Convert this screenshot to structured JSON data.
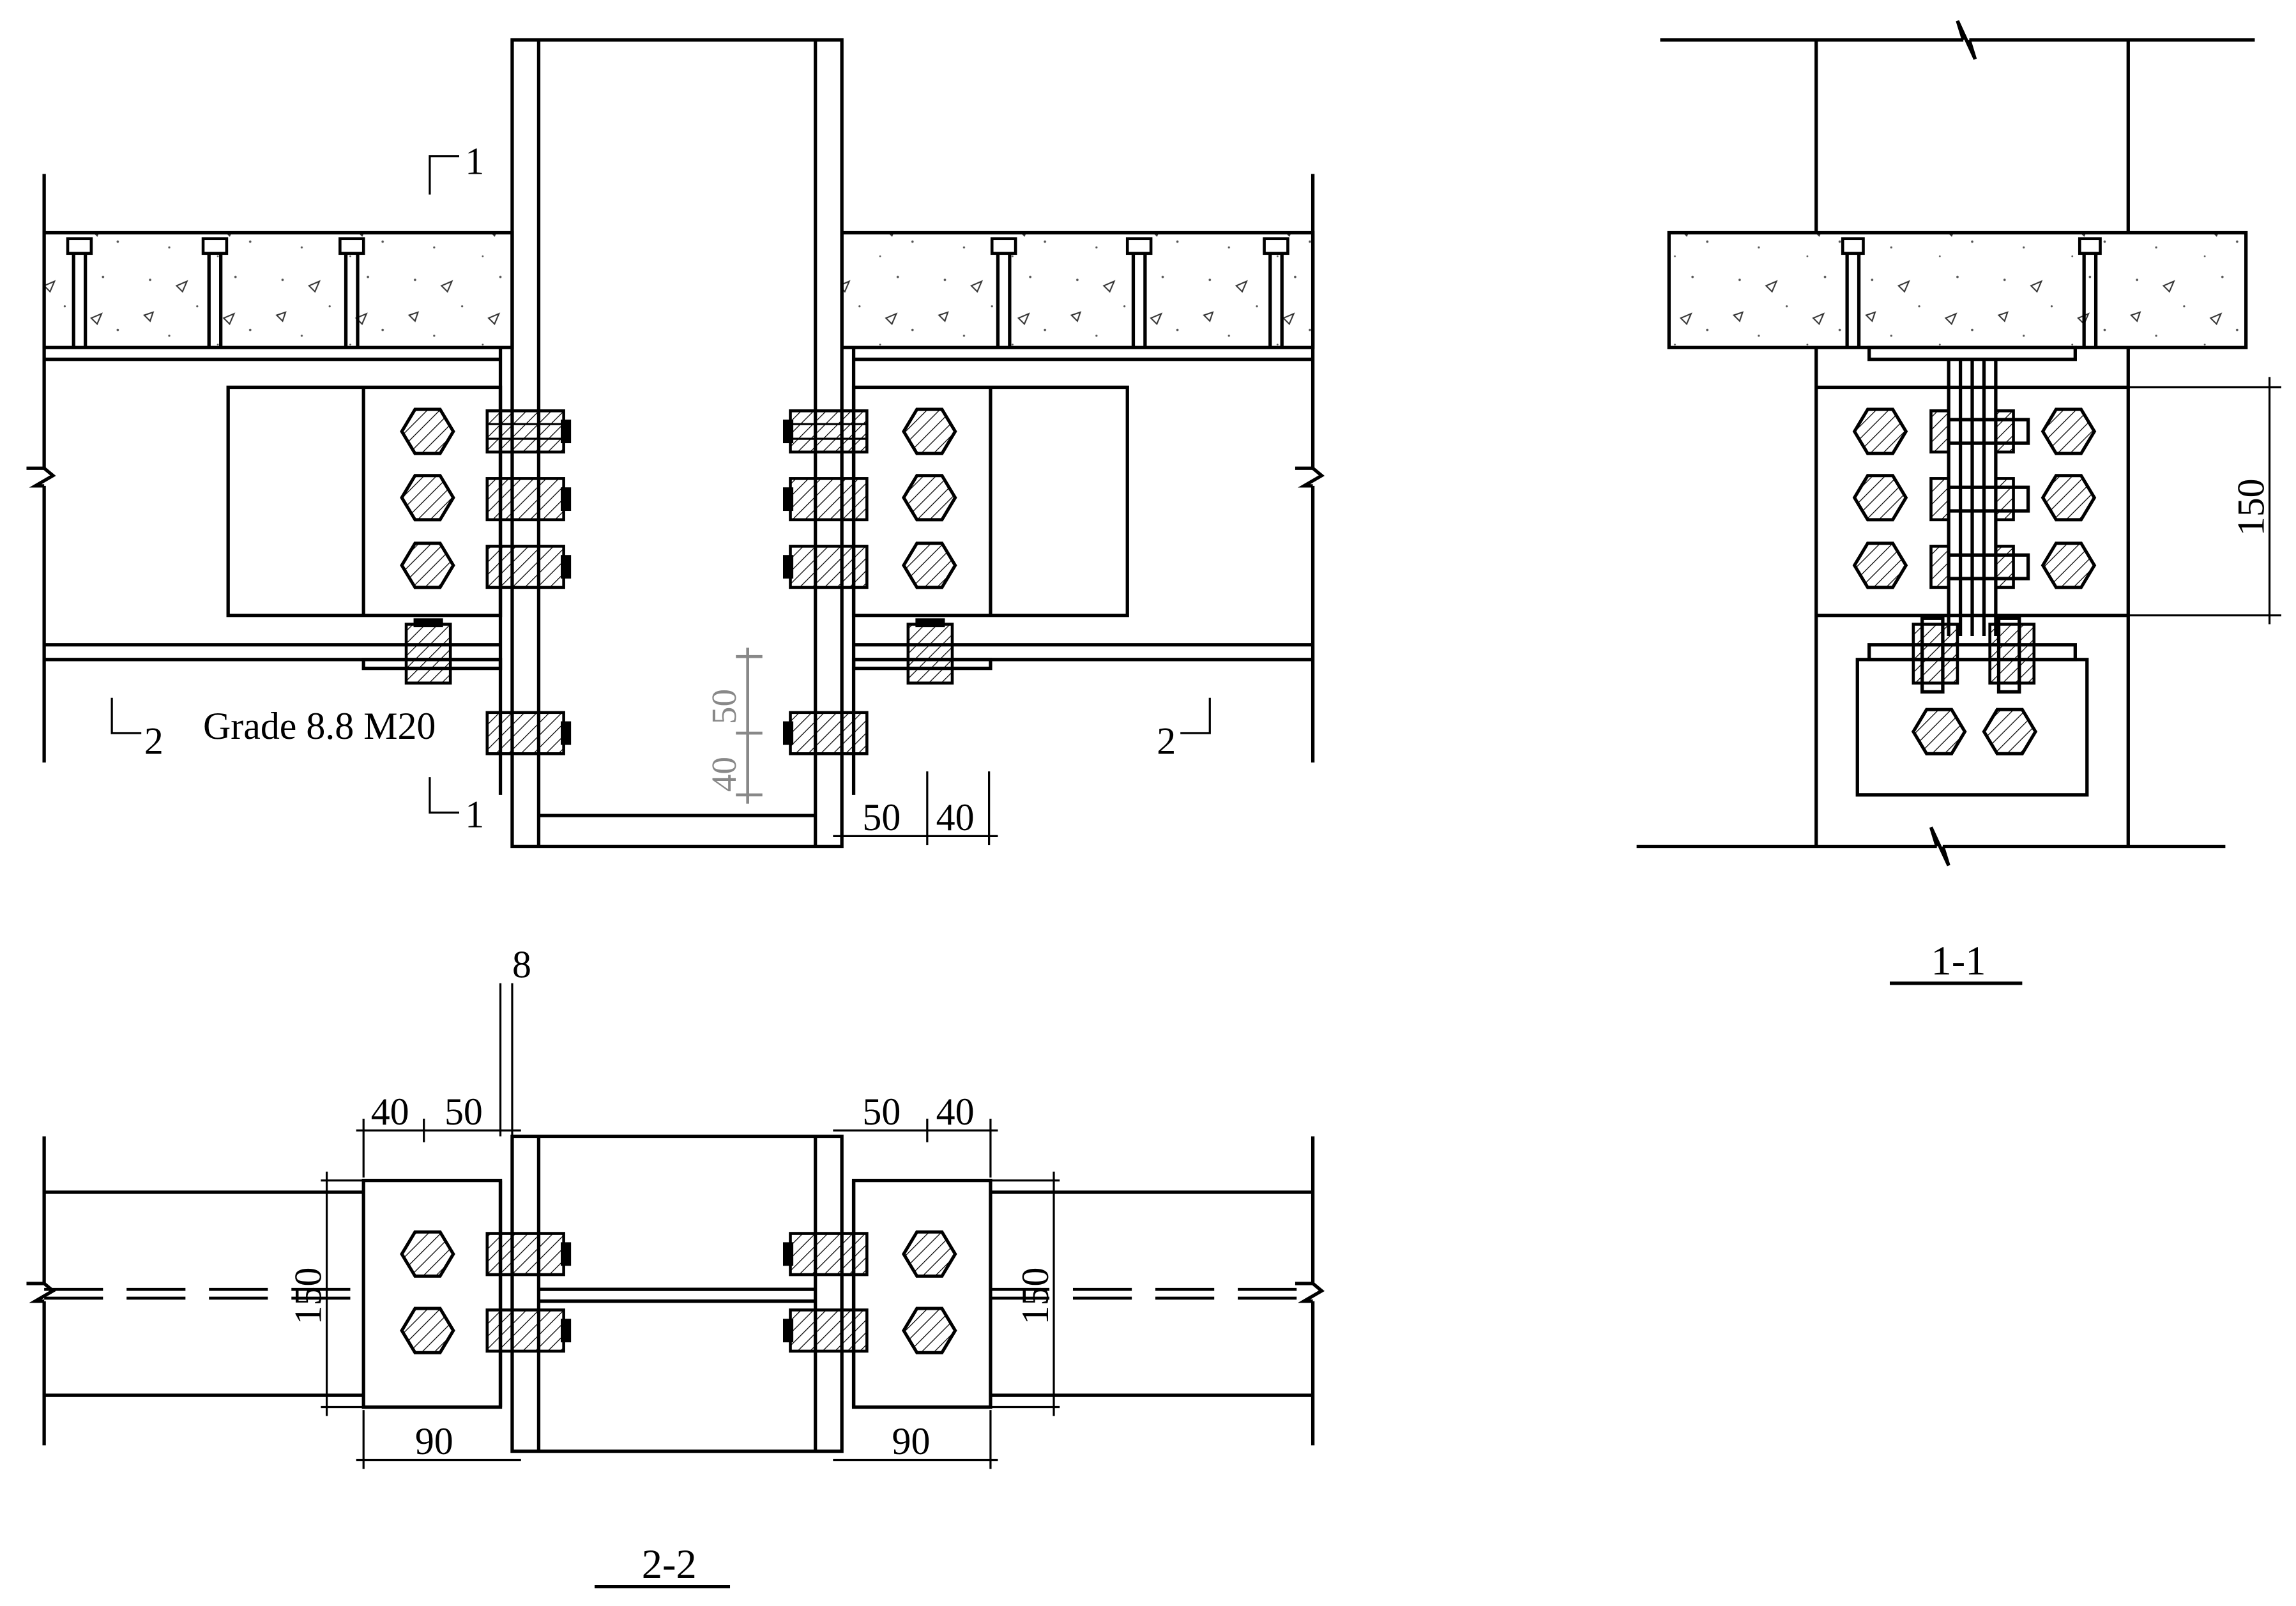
{
  "drawing": {
    "views": {
      "elevation": {
        "section_marks": {
          "one": "1",
          "two": "2"
        },
        "bolt_callout": "Grade 8.8 M20",
        "dims": {
          "d40": "40",
          "d50": "50"
        }
      },
      "section_2_2": {
        "title": "2-2",
        "dims": {
          "plate": "8",
          "edge": "40",
          "gauge": "50",
          "width": "90",
          "depth": "150"
        }
      },
      "section_1_1": {
        "title": "1-1",
        "dims": {
          "depth": "150"
        }
      }
    }
  }
}
